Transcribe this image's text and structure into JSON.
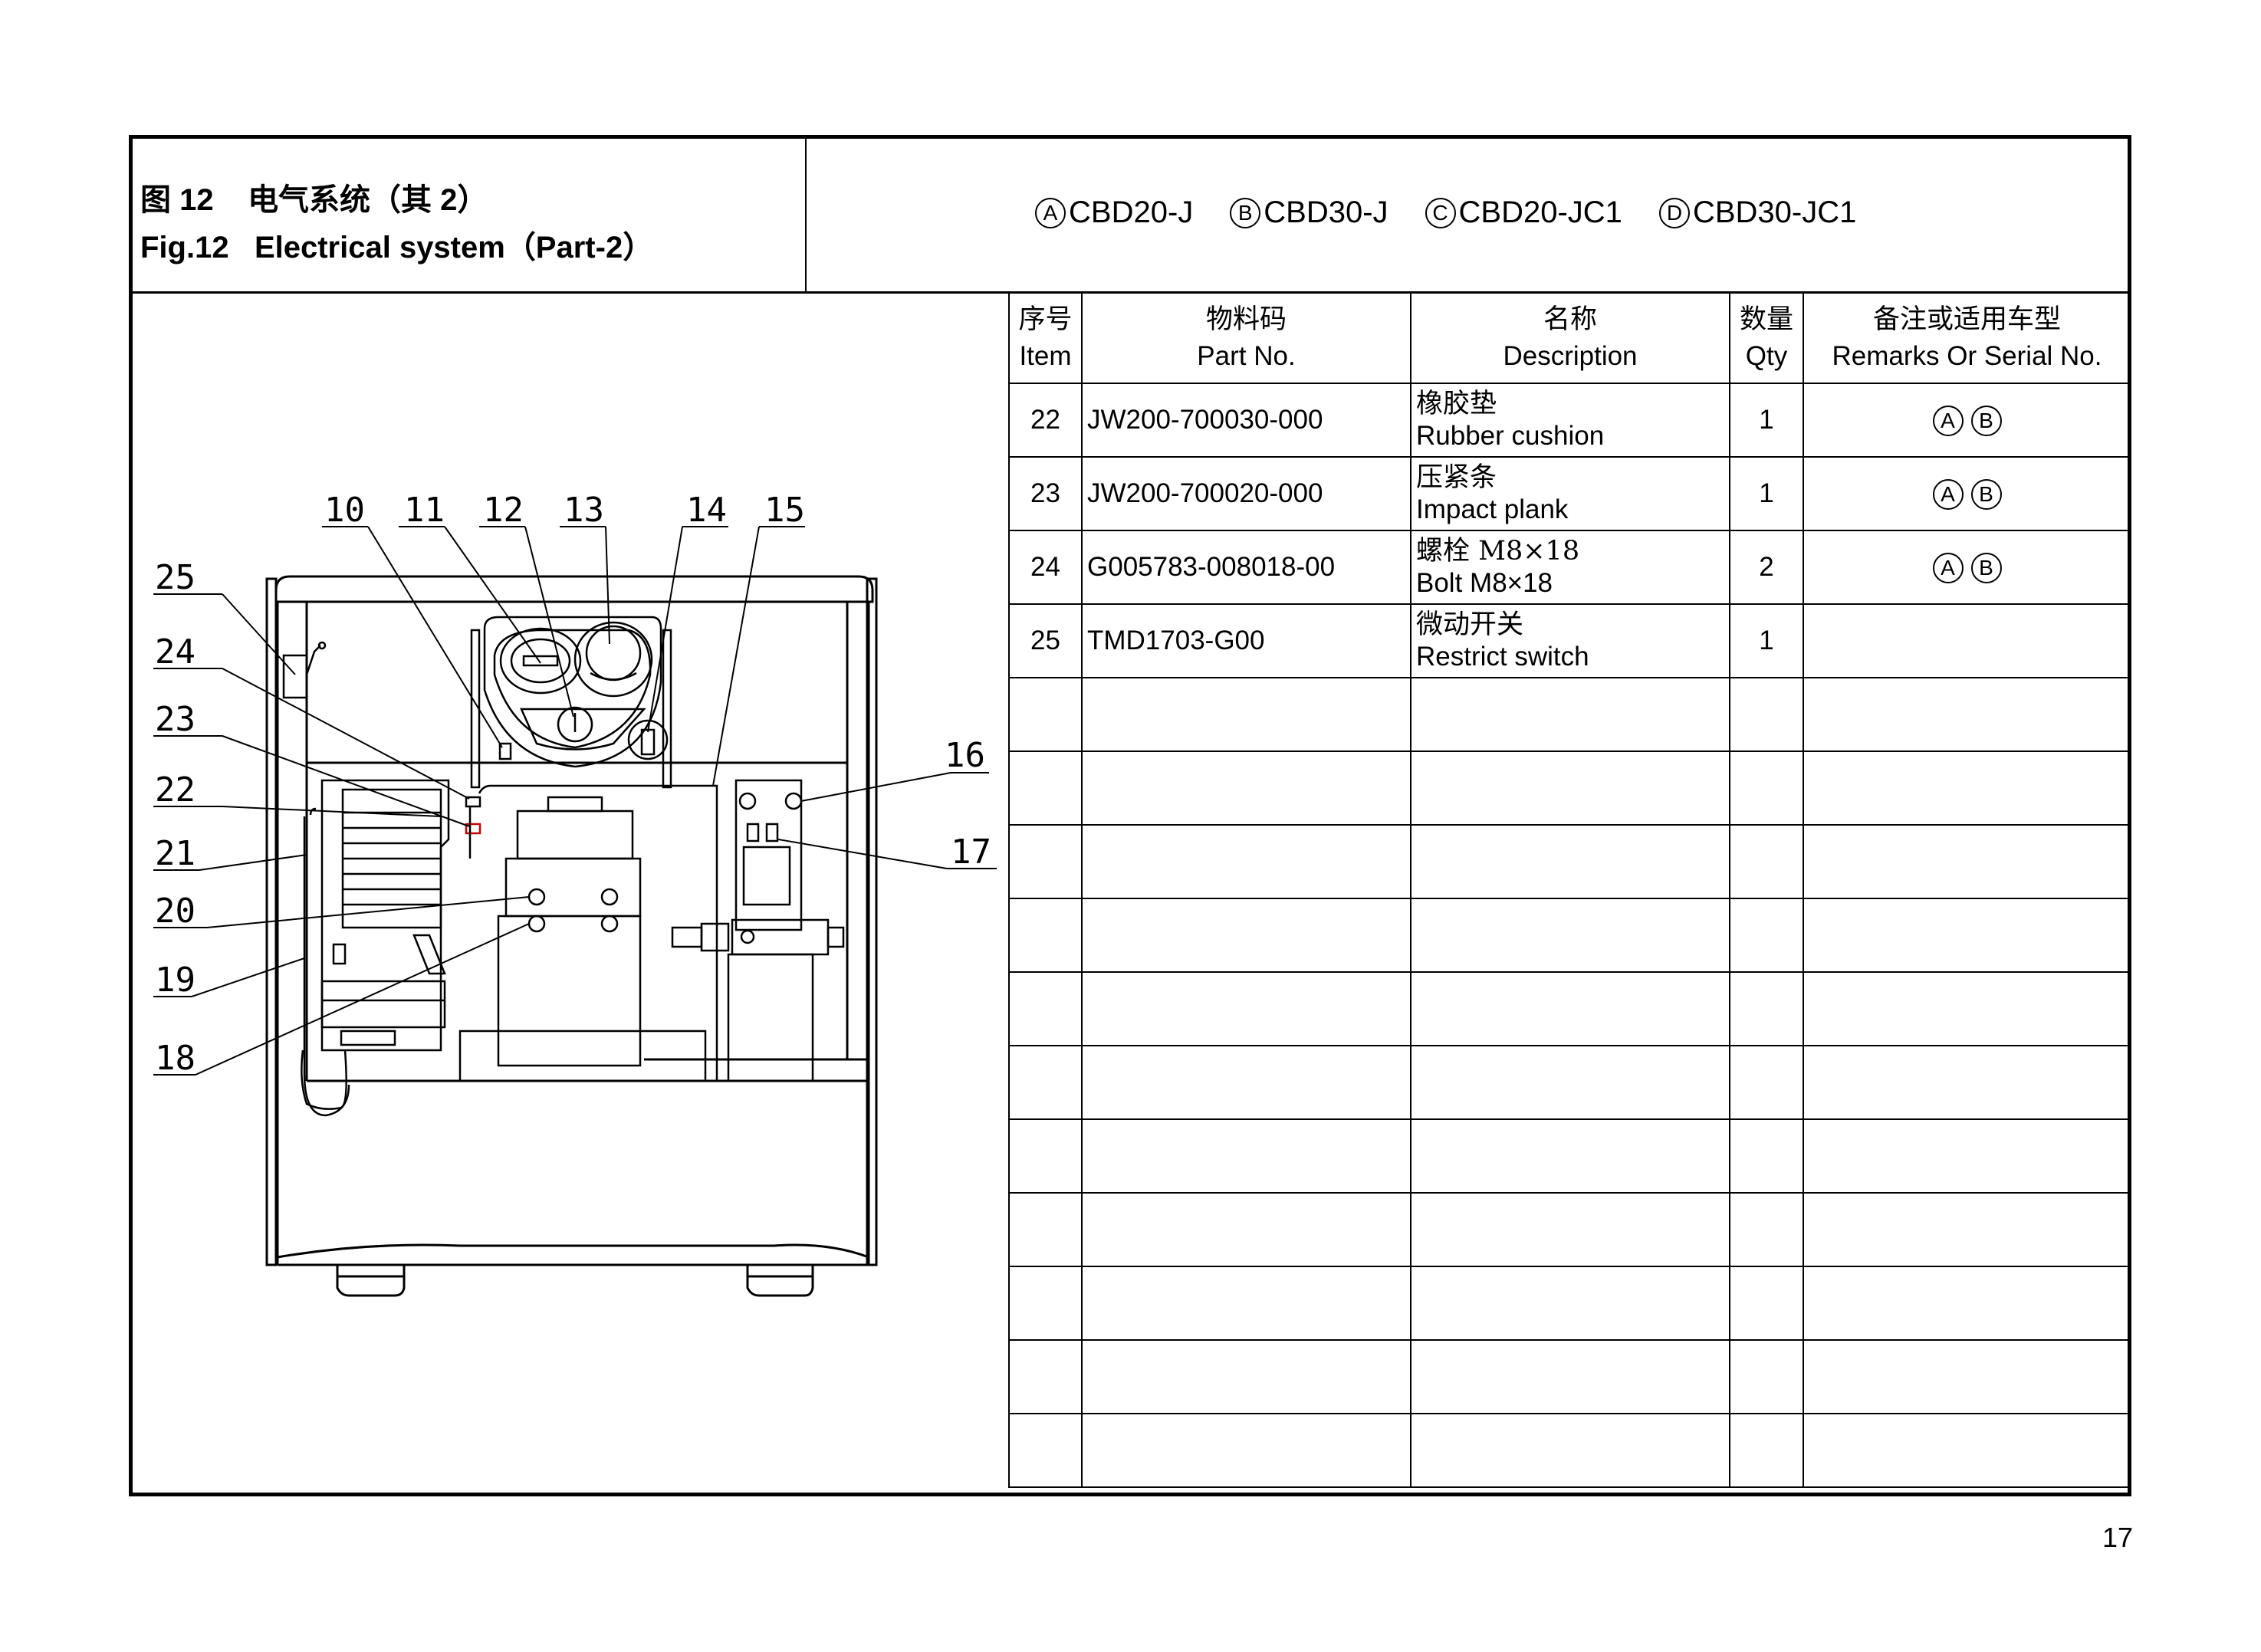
{
  "header": {
    "title_cn_fig": "图 12",
    "title_cn": "电气系统（其 2）",
    "title_en_fig": "Fig.12",
    "title_en": "Electrical system（Part-2）",
    "models": [
      {
        "mark": "A",
        "name": "CBD20-J"
      },
      {
        "mark": "B",
        "name": "CBD30-J"
      },
      {
        "mark": "C",
        "name": "CBD20-JC1"
      },
      {
        "mark": "D",
        "name": "CBD30-JC1"
      }
    ]
  },
  "table": {
    "columns": [
      {
        "cn": "序号",
        "en": "Item"
      },
      {
        "cn": "物料码",
        "en": "Part No."
      },
      {
        "cn": "名称",
        "en": "Description"
      },
      {
        "cn": "数量",
        "en": "Qty"
      },
      {
        "cn": "备注或适用车型",
        "en": "Remarks Or Serial No."
      }
    ],
    "rows": [
      {
        "item": "22",
        "part_no": "JW200-700030-000",
        "desc_cn": "橡胶垫",
        "desc_en": "Rubber cushion",
        "qty": "1",
        "remarks": [
          "A",
          "B"
        ]
      },
      {
        "item": "23",
        "part_no": "JW200-700020-000",
        "desc_cn": "压紧条",
        "desc_en": "Impact plank",
        "qty": "1",
        "remarks": [
          "A",
          "B"
        ]
      },
      {
        "item": "24",
        "part_no": "G005783-008018-00",
        "desc_cn": "螺栓 M8×18",
        "desc_en": "Bolt M8×18",
        "qty": "2",
        "remarks": [
          "A",
          "B"
        ]
      },
      {
        "item": "25",
        "part_no": "TMD1703-G00",
        "desc_cn": "微动开关",
        "desc_en": "Restrict switch",
        "qty": "1",
        "remarks": []
      }
    ],
    "empty_rows": 11
  },
  "diagram": {
    "callouts_top": [
      "10",
      "11",
      "12",
      "13",
      "14",
      "15"
    ],
    "callouts_left": [
      "25",
      "24",
      "23",
      "22",
      "21",
      "20",
      "19",
      "18"
    ],
    "callouts_right": [
      "16",
      "17"
    ]
  },
  "page_number": "17"
}
